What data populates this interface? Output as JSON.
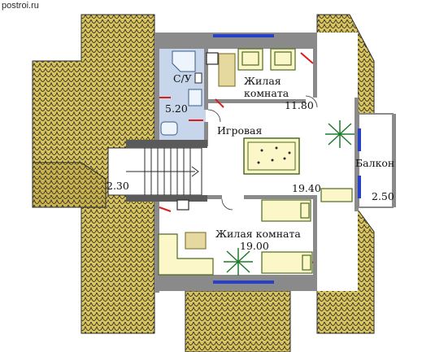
{
  "watermark": "postroi.ru",
  "rooms": {
    "bathroom": {
      "name": "С/У",
      "area": "5.20"
    },
    "bedroom_top": {
      "name_line1": "Жилая",
      "name_line2": "комната",
      "area": "11.80"
    },
    "playroom": {
      "name": "Игровая",
      "area": "19.40"
    },
    "balcony": {
      "name": "Балкон",
      "area": "2.50"
    },
    "stairs": {
      "area": "2.30"
    },
    "bedroom_bottom": {
      "name": "Жилая комната",
      "area": "19.00"
    }
  },
  "colors": {
    "roof_tile": "#d8c35c",
    "roof_outline": "#2b2b2b",
    "wall": "#8a8a8a",
    "bathroom_floor": "#c7d6ea",
    "furniture_fill": "#fbf7c9",
    "furniture_stroke": "#4d6b22",
    "plant": "#1f7a2a",
    "window": "#2840c8",
    "door_red": "#dd1c1c"
  }
}
